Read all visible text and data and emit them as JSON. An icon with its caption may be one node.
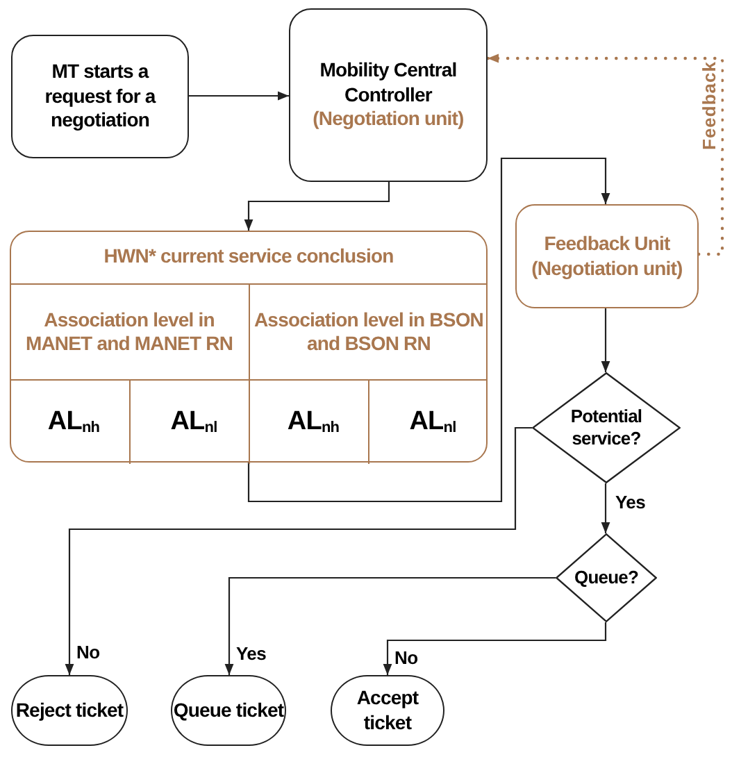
{
  "diagram": {
    "nodes": [
      {
        "text": [
          "MT starts a request for a negotiation"
        ]
      },
      {
        "text": [
          "Mobility Central Controller",
          "(Negotiation unit)"
        ]
      },
      {
        "text": [
          "HWN* current service conclusion"
        ]
      },
      {
        "text": [
          "Association level in MANET and MANET RN"
        ],
        "in": 2
      },
      {
        "text": [
          "Association level in BSON and BSON RN"
        ],
        "in": 2
      },
      {
        "text": [
          "AL$_{nh}$"
        ],
        "in": 2
      },
      {
        "text": [
          "AL$_{nl}$"
        ],
        "in": 2
      },
      {
        "text": [
          "AL$_{nh}$"
        ],
        "in": 2
      },
      {
        "text": [
          "AL$_{nl}$"
        ],
        "in": 2
      },
      {
        "text": [
          "Feedback Unit (Negotiation unit)"
        ]
      },
      {
        "text": [
          "Potential service?"
        ]
      },
      {
        "text": [
          "Queue?"
        ]
      },
      {
        "text": [
          "Reject ticket"
        ]
      },
      {
        "text": [
          "Queue ticket"
        ]
      },
      {
        "text": [
          "Accept ticket"
        ]
      }
    ],
    "edges": [
      {
        "from": 0,
        "to": 1,
        "arrow": "to"
      },
      {
        "from": 1,
        "to": 2,
        "arrow": "to"
      },
      {
        "from": 2,
        "to": 9,
        "arrow": "to"
      },
      {
        "from": 9,
        "to": 1,
        "arrow": "to",
        "label": "Feedback",
        "style": "dashed",
        "color": "#a9774f"
      },
      {
        "from": 9,
        "to": 10,
        "arrow": "to"
      },
      {
        "from": 10,
        "to": 11,
        "arrow": "to",
        "label": "Yes"
      },
      {
        "from": 10,
        "to": 12,
        "arrow": "to",
        "label": "No"
      },
      {
        "from": 11,
        "to": 13,
        "arrow": "to",
        "label": "Yes"
      },
      {
        "from": 11,
        "to": 14,
        "arrow": "to",
        "label": "No"
      }
    ]
  }
}
